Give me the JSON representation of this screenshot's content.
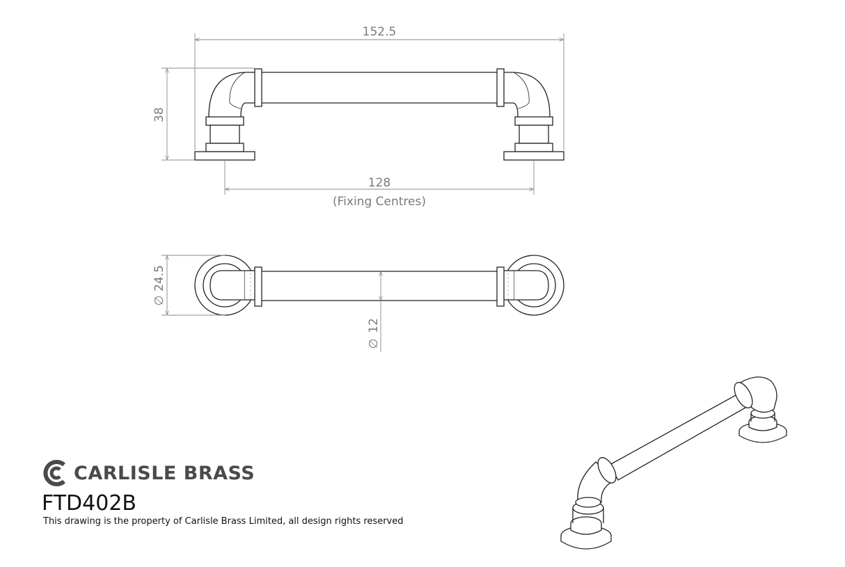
{
  "dimensions": {
    "overall_length": "152.5",
    "height": "38",
    "fixing_centres": "128",
    "fixing_centres_note": "(Fixing Centres)",
    "rose_diameter": "24.5",
    "bar_diameter": "12",
    "diameter_symbol": "∅"
  },
  "brand": {
    "name": "CARLISLE BRASS",
    "logo_icon": "carlisle-brass-c-logo"
  },
  "product_code": "FTD402B",
  "copyright_note": "This drawing is the property of Carlisle Brass Limited, all design rights reserved"
}
